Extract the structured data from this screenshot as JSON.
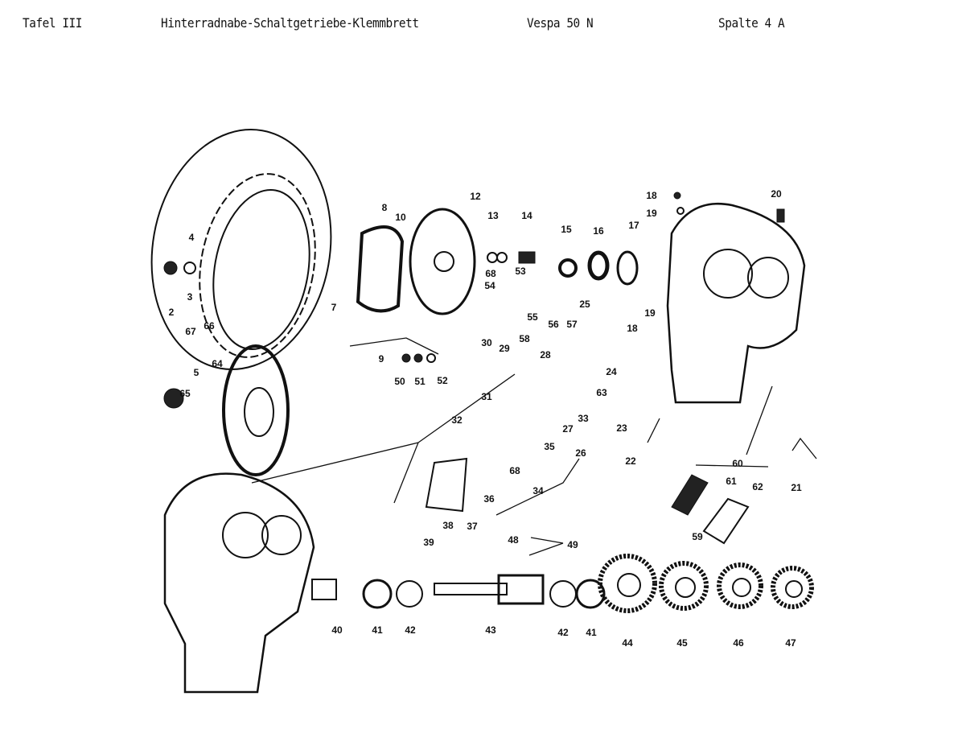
{
  "header": {
    "plate": "Tafel III",
    "title": "Hinterradnabe-Schaltgetriebe-Klemmbrett",
    "model": "Vespa 50 N",
    "column": "Spalte 4 A"
  },
  "part_labels": [
    "2",
    "3",
    "4",
    "5",
    "64",
    "65",
    "66",
    "67",
    "7",
    "8",
    "9",
    "10",
    "12",
    "13",
    "14",
    "15",
    "16",
    "17",
    "18",
    "19",
    "20",
    "18",
    "19",
    "68",
    "53",
    "54",
    "55",
    "56",
    "57",
    "58",
    "25",
    "30",
    "29",
    "50",
    "51",
    "52",
    "24",
    "28",
    "63",
    "31",
    "32",
    "33",
    "27",
    "35",
    "26",
    "68",
    "36",
    "34",
    "37",
    "38",
    "39",
    "40",
    "41",
    "42",
    "43",
    "42",
    "41",
    "44",
    "45",
    "46",
    "47",
    "48",
    "49",
    "22",
    "23",
    "60",
    "61",
    "62",
    "59",
    "21"
  ]
}
